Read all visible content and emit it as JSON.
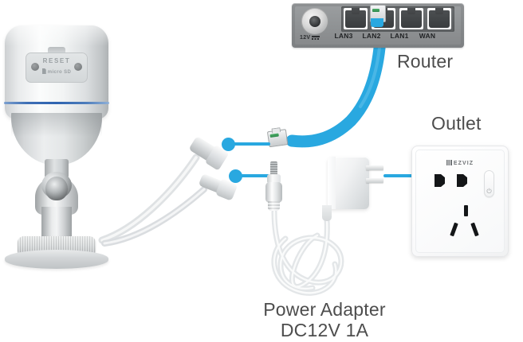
{
  "diagram": {
    "title": "EZVIZ camera wired connection diagram",
    "accent_color": "#29a8e0",
    "background": "#ffffff"
  },
  "labels": {
    "router": "Router",
    "outlet": "Outlet",
    "power_adapter_line1": "Power Adapter",
    "power_adapter_line2": "DC12V 1A"
  },
  "router": {
    "power_jack_label": "12V",
    "ports": [
      {
        "name": "LAN3"
      },
      {
        "name": "LAN2"
      },
      {
        "name": "LAN1"
      },
      {
        "name": "WAN"
      }
    ],
    "connected_port": "LAN2"
  },
  "camera": {
    "reset_label": "RESET",
    "sd_label": "micro SD"
  },
  "outlet": {
    "brand": "EZVIZ",
    "switch_symbol": "⏻"
  }
}
